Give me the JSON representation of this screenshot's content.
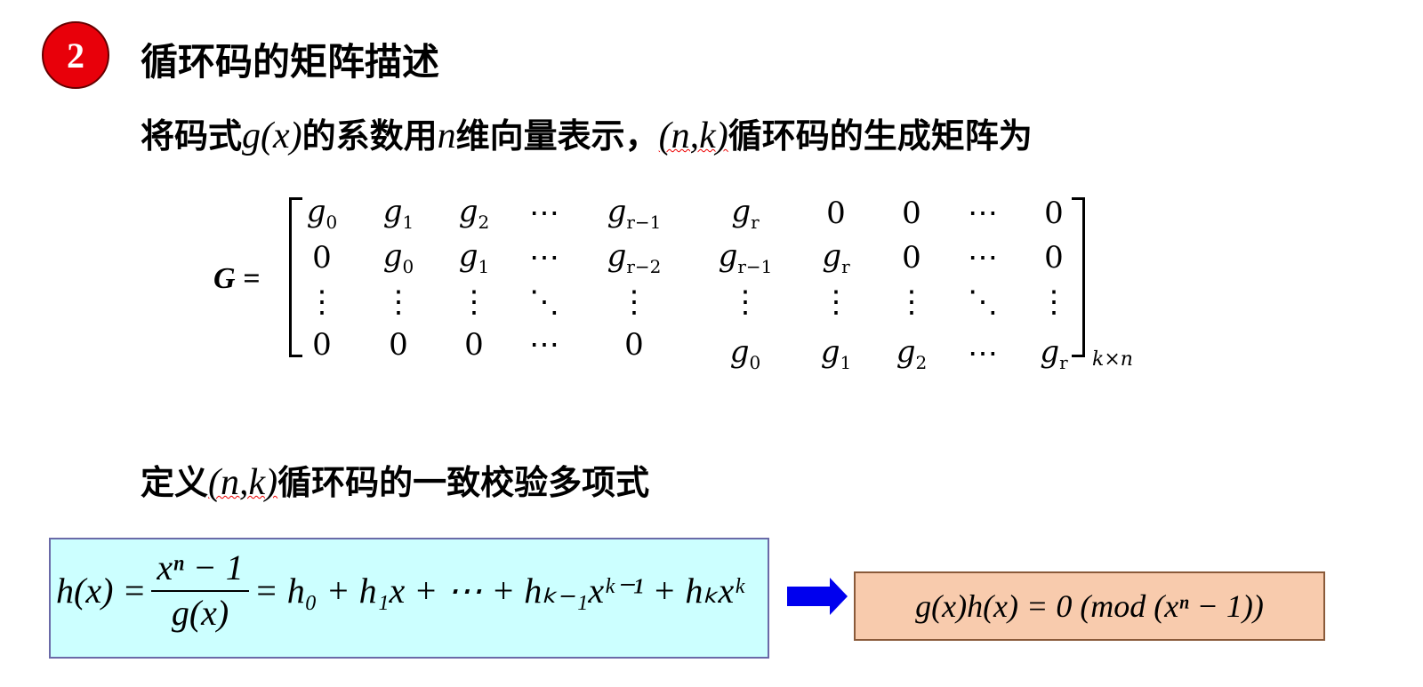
{
  "badge": "2",
  "title": "循环码的矩阵描述",
  "line1": {
    "a": "将码式",
    "gx": "g(x)",
    "b": "的系数用",
    "n": "n",
    "c": "维向量表示，",
    "nk": "(n,k)",
    "d": "循环码的生成矩阵为"
  },
  "matrix": {
    "label": "G =",
    "size": "k×n",
    "rows": [
      [
        [
          "g",
          "0"
        ],
        [
          "g",
          "1"
        ],
        [
          "g",
          "2"
        ],
        [
          "⋯",
          ""
        ],
        [
          "g",
          "r−1"
        ],
        [
          "g",
          "r"
        ],
        [
          "0",
          ""
        ],
        [
          "0",
          ""
        ],
        [
          "⋯",
          ""
        ],
        [
          "0",
          ""
        ]
      ],
      [
        [
          "0",
          ""
        ],
        [
          "g",
          "0"
        ],
        [
          "g",
          "1"
        ],
        [
          "⋯",
          ""
        ],
        [
          "g",
          "r−2"
        ],
        [
          "g",
          "r−1"
        ],
        [
          "g",
          "r"
        ],
        [
          "0",
          ""
        ],
        [
          "⋯",
          ""
        ],
        [
          "0",
          ""
        ]
      ],
      [
        [
          "⋮",
          ""
        ],
        [
          "⋮",
          ""
        ],
        [
          "⋮",
          ""
        ],
        [
          "⋱",
          ""
        ],
        [
          "⋮",
          ""
        ],
        [
          "⋮",
          ""
        ],
        [
          "⋮",
          ""
        ],
        [
          "⋮",
          ""
        ],
        [
          "⋱",
          ""
        ],
        [
          "⋮",
          ""
        ]
      ],
      [
        [
          "0",
          ""
        ],
        [
          "0",
          ""
        ],
        [
          "0",
          ""
        ],
        [
          "⋯",
          ""
        ],
        [
          "0",
          ""
        ],
        [
          "g",
          "0"
        ],
        [
          "g",
          "1"
        ],
        [
          "g",
          "2"
        ],
        [
          "⋯",
          ""
        ],
        [
          "g",
          "r"
        ]
      ]
    ]
  },
  "line2": {
    "a": "定义",
    "nk": "(n,k)",
    "b": "循环码的一致校验多项式"
  },
  "formula1": {
    "lhs": "h(x) =",
    "num": "xⁿ − 1",
    "den": "g(x)",
    "rhs": "= h₀ + h₁x + ⋯ + hₖ₋₁xᵏ⁻¹ + hₖxᵏ"
  },
  "formula2": "g(x)h(x) = 0 (mod (xⁿ − 1))",
  "colors": {
    "badge": "#e8000a",
    "box1": "#ccffff",
    "box2": "#f8cbad",
    "arrow": "#0000ee"
  }
}
